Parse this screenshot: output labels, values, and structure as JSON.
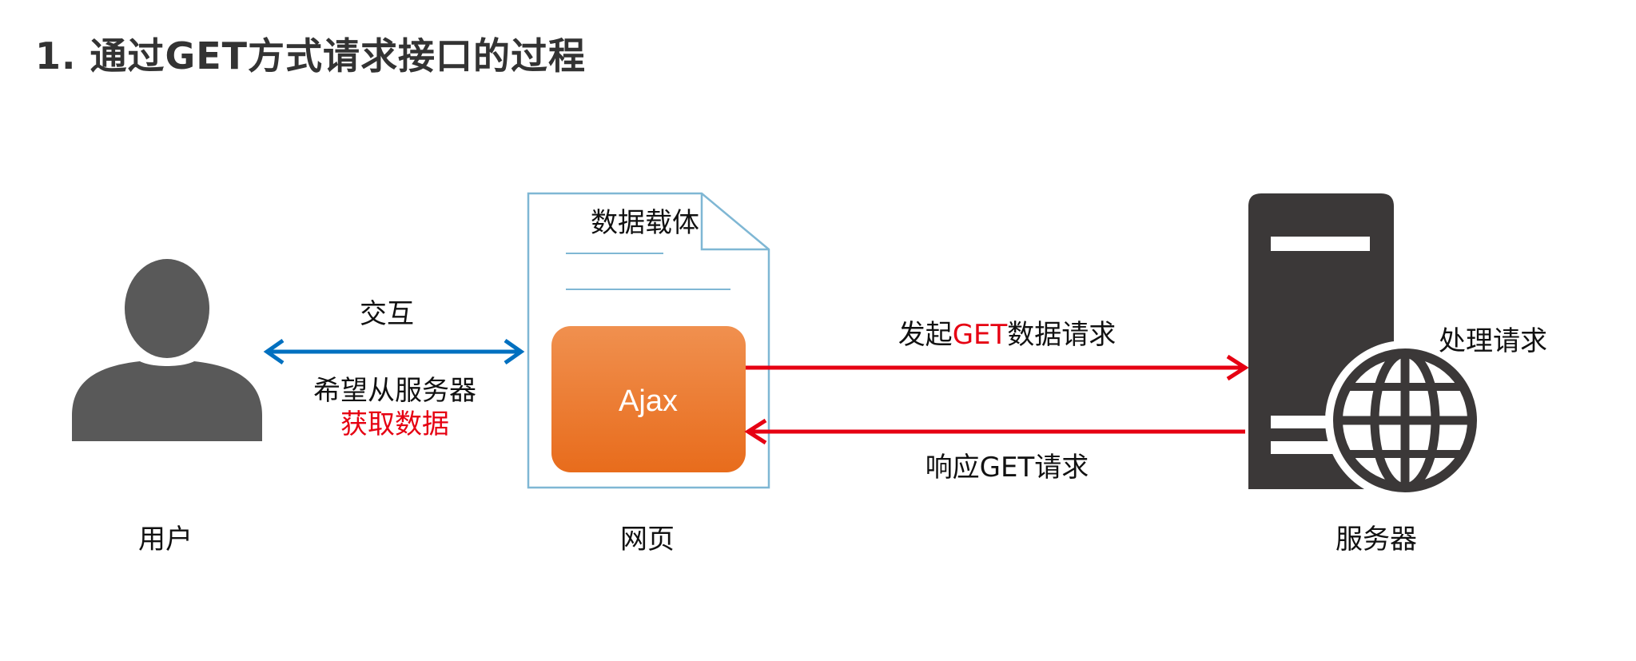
{
  "title": "1. 通过GET方式请求接口的过程",
  "user": {
    "label": "用户"
  },
  "interaction": {
    "label": "交互",
    "wish_line1": "希望从服务器",
    "wish_line2": "获取数据"
  },
  "webpage": {
    "label": "网页",
    "doc_label": "数据载体",
    "ajax_label": "Ajax"
  },
  "request": {
    "prefix": "发起",
    "method": "GET",
    "suffix": "数据请求"
  },
  "response": {
    "label": "响应GET请求"
  },
  "server": {
    "label": "服务器",
    "process_label": "处理请求"
  },
  "colors": {
    "title": "#333333",
    "icon_gray": "#595959",
    "server_dark": "#3b3838",
    "arrow_blue": "#0070c0",
    "arrow_red": "#e60012",
    "highlight_red": "#e60012",
    "doc_border": "#7fb7d4",
    "ajax_top": "#f0904f",
    "ajax_bottom": "#e86c1c"
  },
  "icons": [
    "user-icon",
    "document-icon",
    "server-icon",
    "globe-icon"
  ]
}
